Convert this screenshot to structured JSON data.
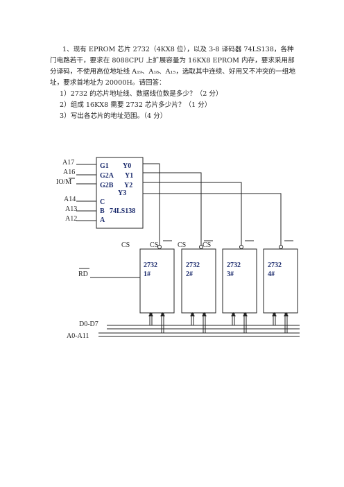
{
  "question": {
    "stem": "1、现有 EPROM 芯片 2732（4KX8 位），以及 3-8 译码器 74LS138，各种门电路若干，要求在 8088CPU 上扩展容量为 16KX8 EPROM 内存，要求采用部分译码，不使用高位地址线 A₁₉、A₁₈、A₁₅，选取其中连续、好用又不冲突的一组地址，要求首地址为 20000H。请回答：",
    "items": [
      "1）2732 的芯片地址线、数据线位数是多少？（2 分）",
      "2）组成 16KX8 需要 2732 芯片多少片？（1 分）",
      "3）写出各芯片的地址范围。（4 分）"
    ]
  },
  "diagram": {
    "decoder_inputs": [
      "A17",
      "A16",
      "IO/M",
      "A14",
      "A13",
      "A12"
    ],
    "decoder_pins_left": [
      "G1",
      "G2A",
      "G2B",
      "C",
      "B",
      "A"
    ],
    "decoder_pins_right": [
      "Y0",
      "Y1",
      "Y2",
      "Y3"
    ],
    "decoder_part": "74LS138",
    "cs_labels": [
      "CS",
      "CS",
      "CS",
      "CS"
    ],
    "rd_label": "RD",
    "chips": [
      {
        "part": "2732",
        "index": "1#"
      },
      {
        "part": "2732",
        "index": "2#"
      },
      {
        "part": "2732",
        "index": "3#"
      },
      {
        "part": "2732",
        "index": "4#"
      }
    ],
    "bus_labels": [
      "D0-D7",
      "A0-A11"
    ]
  }
}
